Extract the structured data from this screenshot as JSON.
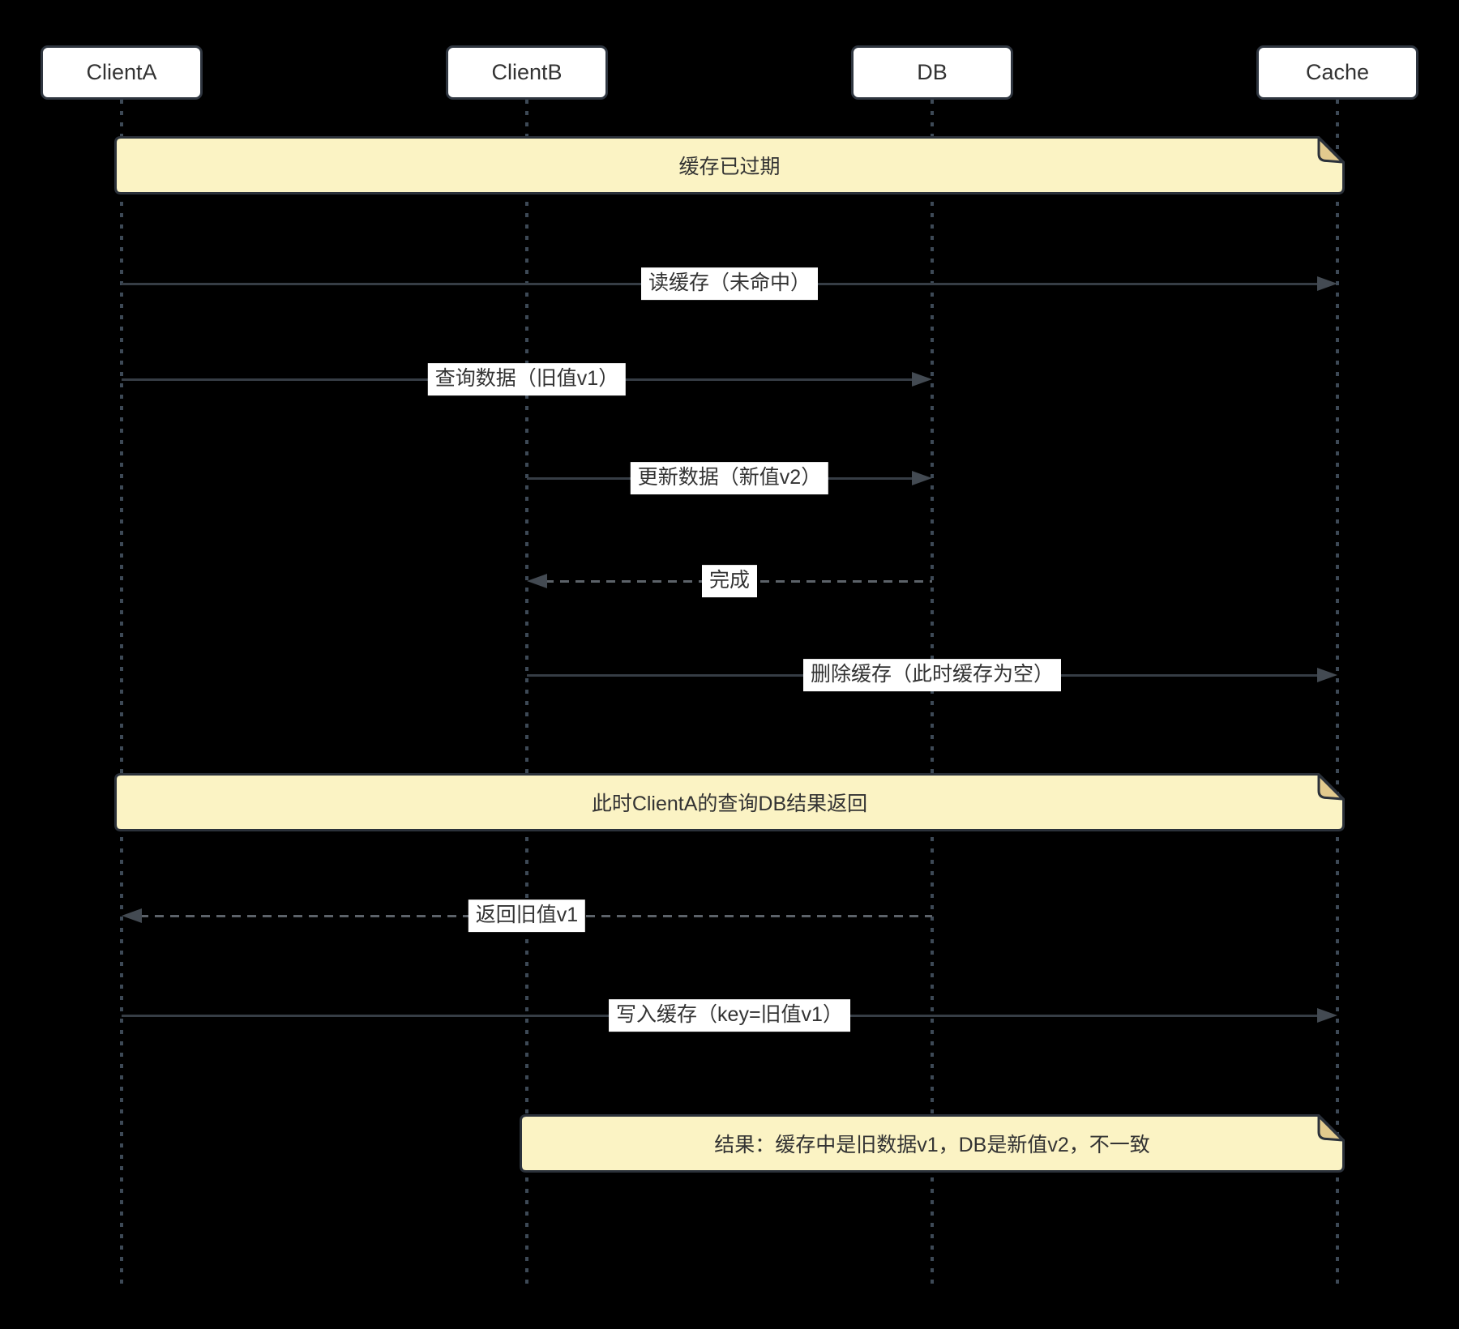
{
  "diagram_type": "sequence-diagram",
  "participants": [
    {
      "name": "ClientA"
    },
    {
      "name": "ClientB"
    },
    {
      "name": "DB"
    },
    {
      "name": "Cache"
    }
  ],
  "events": [
    {
      "kind": "note",
      "text": "缓存已过期",
      "over": [
        "ClientA",
        "Cache"
      ]
    },
    {
      "kind": "message",
      "from": "ClientA",
      "to": "Cache",
      "text": "读缓存（未命中）",
      "line": "solid"
    },
    {
      "kind": "message",
      "from": "ClientA",
      "to": "DB",
      "text": "查询数据（旧值v1）",
      "line": "solid"
    },
    {
      "kind": "message",
      "from": "ClientB",
      "to": "DB",
      "text": "更新数据（新值v2）",
      "line": "solid"
    },
    {
      "kind": "message",
      "from": "DB",
      "to": "ClientB",
      "text": "完成",
      "line": "dashed"
    },
    {
      "kind": "message",
      "from": "ClientB",
      "to": "Cache",
      "text": "删除缓存（此时缓存为空）",
      "line": "solid"
    },
    {
      "kind": "note",
      "text": "此时ClientA的查询DB结果返回",
      "over": [
        "ClientA",
        "Cache"
      ]
    },
    {
      "kind": "message",
      "from": "DB",
      "to": "ClientA",
      "text": "返回旧值v1",
      "line": "dashed"
    },
    {
      "kind": "message",
      "from": "ClientA",
      "to": "Cache",
      "text": "写入缓存（key=旧值v1）",
      "line": "solid"
    },
    {
      "kind": "note",
      "text": "结果：缓存中是旧数据v1，DB是新值v2，不一致",
      "over": [
        "ClientB",
        "Cache"
      ]
    }
  ],
  "colors": {
    "background": "#000000",
    "participant_fill": "#ffffff",
    "participant_border": "#2f3640",
    "note_fill": "#fbf3c4",
    "note_fold": "#e2ca8e",
    "note_border": "#2b313a",
    "line_solid": "#363d45",
    "line_dashed": "#5c6269",
    "arrowhead": "#434a52",
    "label_bg": "#ffffff",
    "lifeline": "#3d4956",
    "text": "#333333"
  }
}
